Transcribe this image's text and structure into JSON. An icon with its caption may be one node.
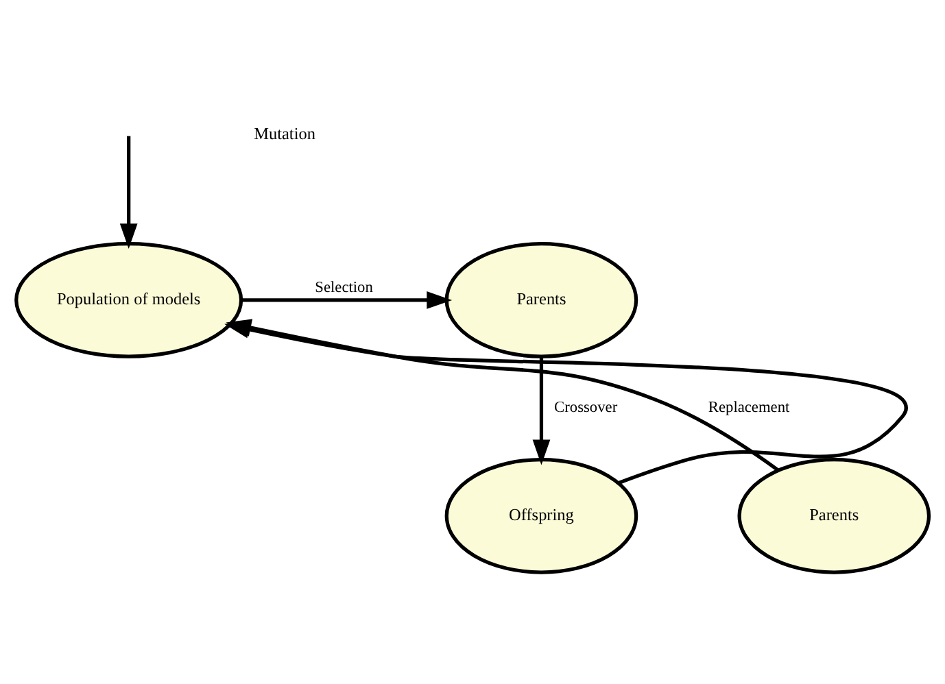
{
  "diagram": {
    "nodes": [
      {
        "text": [
          "Population of models"
        ]
      },
      {
        "text": [
          "Parents"
        ]
      },
      {
        "text": [
          "Parents"
        ]
      },
      {
        "text": [
          "Offspring"
        ]
      }
    ],
    "edges": [
      {
        "from": null,
        "to": 0,
        "arrow": "to"
      },
      {
        "from": 0,
        "to": 1,
        "arrow": "to",
        "label": "Selection"
      },
      {
        "from": 1,
        "to": 3,
        "arrow": "to",
        "label": "Crossover"
      },
      {
        "from": 3,
        "to": 0,
        "arrow": "to"
      },
      {
        "from": 2,
        "to": 0,
        "arrow": "to",
        "label": "Replacement"
      }
    ],
    "labels": [
      "Mutation"
    ]
  }
}
